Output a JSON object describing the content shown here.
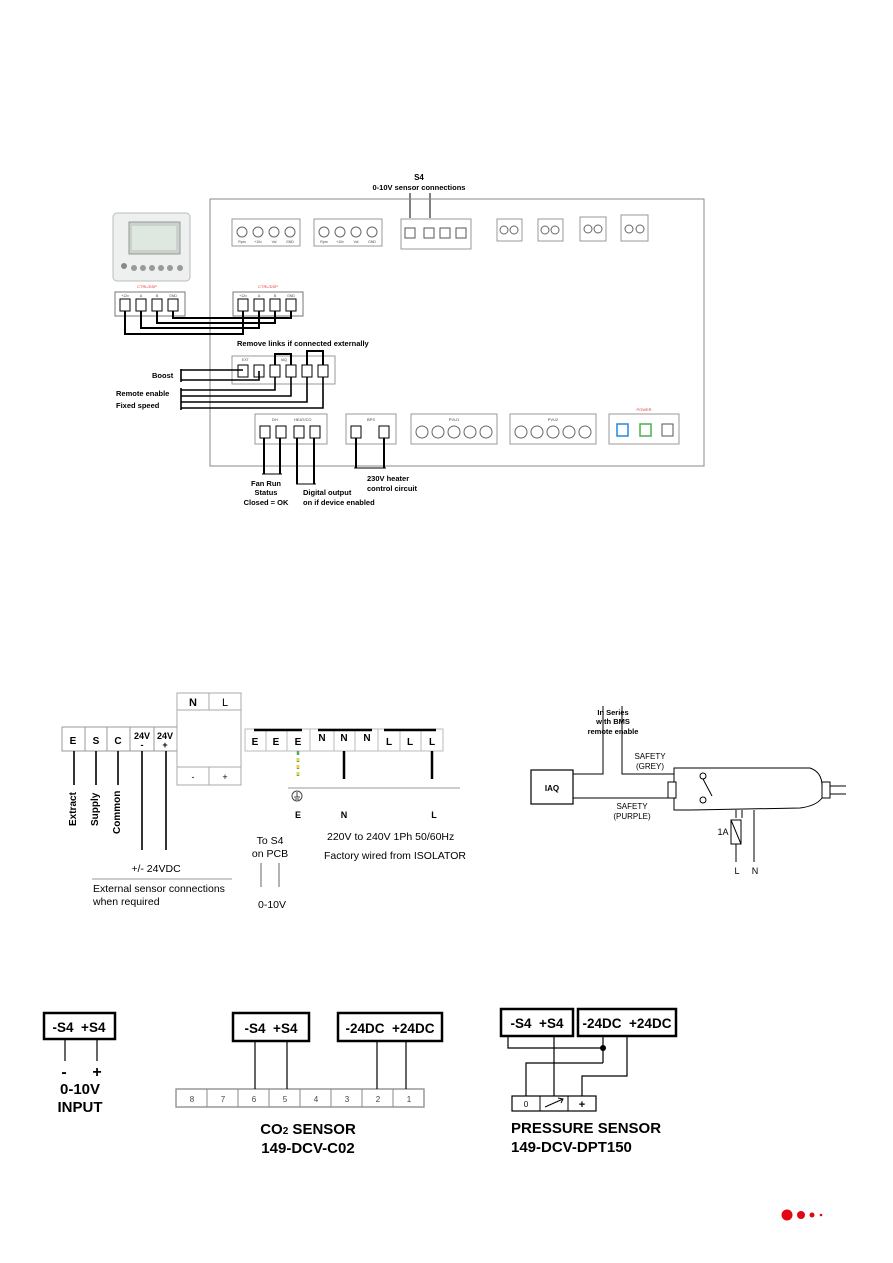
{
  "pcb": {
    "s4_title": "S4",
    "s4_subtitle": "0-10V sensor connections",
    "remove_links": "Remove links if connected externally",
    "boost": "Boost",
    "remote_enable": "Remote enable",
    "fixed_speed": "Fixed speed",
    "fan_run_1": "Fan Run",
    "fan_run_2": "Status",
    "fan_run_3": "Closed = OK",
    "digital_1": "Digital output",
    "digital_2": "on if device enabled",
    "heater_1": "230V heater",
    "heater_2": "control circuit",
    "v1_pins": [
      "Rpm",
      "+10v",
      "Vol",
      "GND"
    ],
    "v2_pins": [
      "Rpm",
      "+10v",
      "Vol",
      "GND"
    ],
    "ctrl_pins": [
      "+12v",
      "A",
      "B",
      "GND"
    ],
    "ctrl_label": "CTRL/DSP",
    "ctrl_label2": "CTRL/DSP",
    "ext_label": "EXT",
    "iaq_label": "IAQ",
    "pvu_label": "PVU1",
    "pvu2_label": "PVU2",
    "power_label": "POWER",
    "dh_label": "DH",
    "heat_label": "HEAT/CO",
    "bps_label": "BPS"
  },
  "terminal": {
    "cells": [
      "E",
      "S",
      "C",
      "24V -",
      "24V +"
    ],
    "psu_top": [
      "N",
      "L"
    ],
    "psu_bottom": [
      "-",
      "+"
    ],
    "e_cells": [
      "E",
      "E",
      "E"
    ],
    "n_cells": [
      "N",
      "N",
      "N"
    ],
    "l_cells": [
      "L",
      "L",
      "L"
    ],
    "extract": "Extract",
    "supply": "Supply",
    "common": "Common",
    "pm24": "+/- 24VDC",
    "ext_sensor_1": "External sensor connections",
    "ext_sensor_2": "when required",
    "to_s4_1": "To S4",
    "to_s4_2": "on PCB",
    "zero_ten": "0-10V",
    "e_label": "E",
    "n_label": "N",
    "l_label": "L",
    "mains_1": "220V to 240V 1Ph 50/60Hz",
    "mains_2": "Factory wired from ISOLATOR"
  },
  "safety": {
    "series_1": "In Series",
    "series_2": "with BMS",
    "series_3": "remote enable",
    "iaq": "IAQ",
    "grey_1": "SAFETY",
    "grey_2": "(GREY)",
    "purple_1": "SAFETY",
    "purple_2": "(PURPLE)",
    "fuse": "1A",
    "l": "L",
    "n": "N"
  },
  "input": {
    "box": "-S4  +S4",
    "minus": "-",
    "plus": "+",
    "label_1": "0-10V",
    "label_2": "INPUT"
  },
  "co2": {
    "s4_box": "-S4  +S4",
    "dc_box": "-24DC  +24DC",
    "pins": [
      "8",
      "7",
      "6",
      "5",
      "4",
      "3",
      "2",
      "1"
    ],
    "title_1": "CO2 SENSOR",
    "title_2": "149-DCV-C02"
  },
  "pressure": {
    "s4_box": "-S4  +S4",
    "dc_box": "-24DC  +24DC",
    "pin0": "0",
    "pinplus": "+",
    "title_1": "PRESSURE SENSOR",
    "title_2": "149-DCV-DPT150"
  },
  "colors": {
    "accent_red": "#e30613",
    "wire": "#000000",
    "earth_green": "#4caf50",
    "earth_yellow": "#f4d03f",
    "pcb_red_label": "#e53935"
  }
}
